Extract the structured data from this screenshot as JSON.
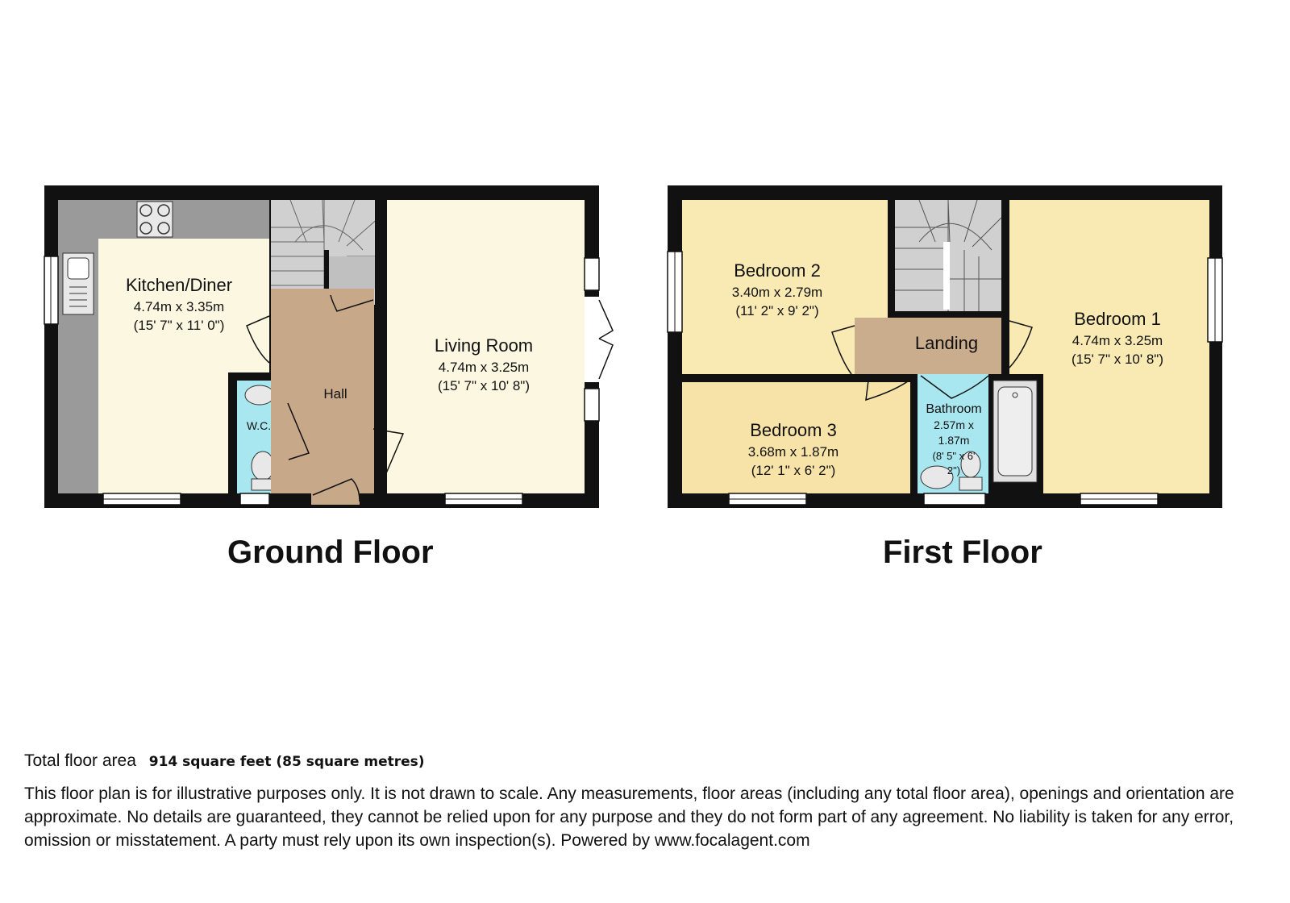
{
  "colors": {
    "wall": "#111111",
    "kitchen": "#fbf7e0",
    "worktop": "#9a9a9a",
    "hall": "#c7a98a",
    "wc": "#a8e6f0",
    "stairs": "#d0d0d0",
    "living": "#fbf7e0",
    "bedroom_light": "#f9e9b2",
    "bedroom_mid": "#f7e2a7",
    "landing": "#c9ad8c",
    "bathroom": "#a8e6f0"
  },
  "ground_floor": {
    "title": "Ground Floor",
    "rooms": {
      "kitchen": {
        "name": "Kitchen/Diner",
        "metric": "4.74m x 3.35m",
        "imperial": "(15' 7\" x 11' 0\")"
      },
      "living": {
        "name": "Living Room",
        "metric": "4.74m x 3.25m",
        "imperial": "(15' 7\" x 10' 8\")"
      },
      "hall": {
        "name": "Hall"
      },
      "wc": {
        "name": "W.C."
      }
    }
  },
  "first_floor": {
    "title": "First Floor",
    "rooms": {
      "bedroom2": {
        "name": "Bedroom 2",
        "metric": "3.40m x 2.79m",
        "imperial": "(11' 2\" x 9' 2\")"
      },
      "bedroom1": {
        "name": "Bedroom 1",
        "metric": "4.74m x 3.25m",
        "imperial": "(15' 7\" x 10' 8\")"
      },
      "bedroom3": {
        "name": "Bedroom 3",
        "metric": "3.68m x 1.87m",
        "imperial": "(12' 1\" x 6' 2\")"
      },
      "landing": {
        "name": "Landing"
      },
      "bathroom": {
        "name": "Bathroom",
        "metric_a": "2.57m x",
        "metric_b": "1.87m",
        "imperial_a": "(8' 5\" x 6'",
        "imperial_b": "2\")"
      }
    }
  },
  "footer": {
    "area_label": "Total floor area",
    "area_value": "914 square feet (85 square metres)",
    "disclaimer": "This floor plan is for illustrative purposes only. It is not drawn to scale. Any measurements, floor areas (including any total floor area), openings and orientation are approximate. No details are guaranteed, they cannot be relied upon for any purpose and they do not form part of any agreement. No liability is taken for any error, omission or misstatement. A party must rely upon its own inspection(s). Powered by www.focalagent.com"
  }
}
